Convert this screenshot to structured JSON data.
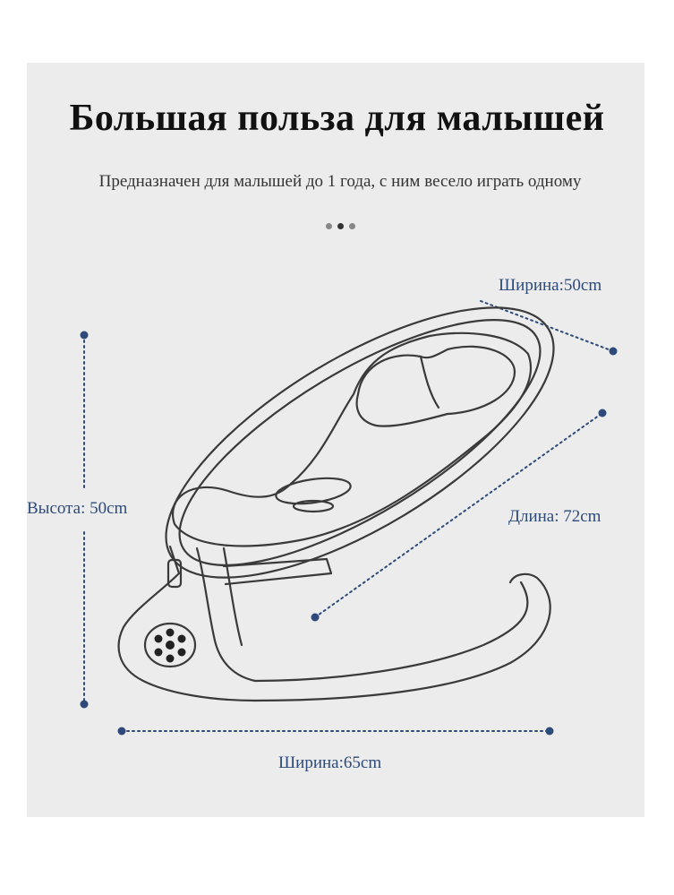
{
  "header": {
    "title": "Большая польза для малышей",
    "subtitle": "Предназначен для малышей до 1 года, с ним весело играть одному"
  },
  "carousel_dots": [
    "#888888",
    "#333333",
    "#888888"
  ],
  "dimensions": {
    "height_label": "Высота: 50cm",
    "seat_width_label": "Ширина:50cm",
    "length_label": "Длина: 72cm",
    "base_width_label": "Ширина:65cm"
  },
  "colors": {
    "accent": "#2d4a7a",
    "line": "#333333",
    "background": "#ececec"
  },
  "illustration": {
    "icon": "baby-rocker-swing-icon"
  }
}
